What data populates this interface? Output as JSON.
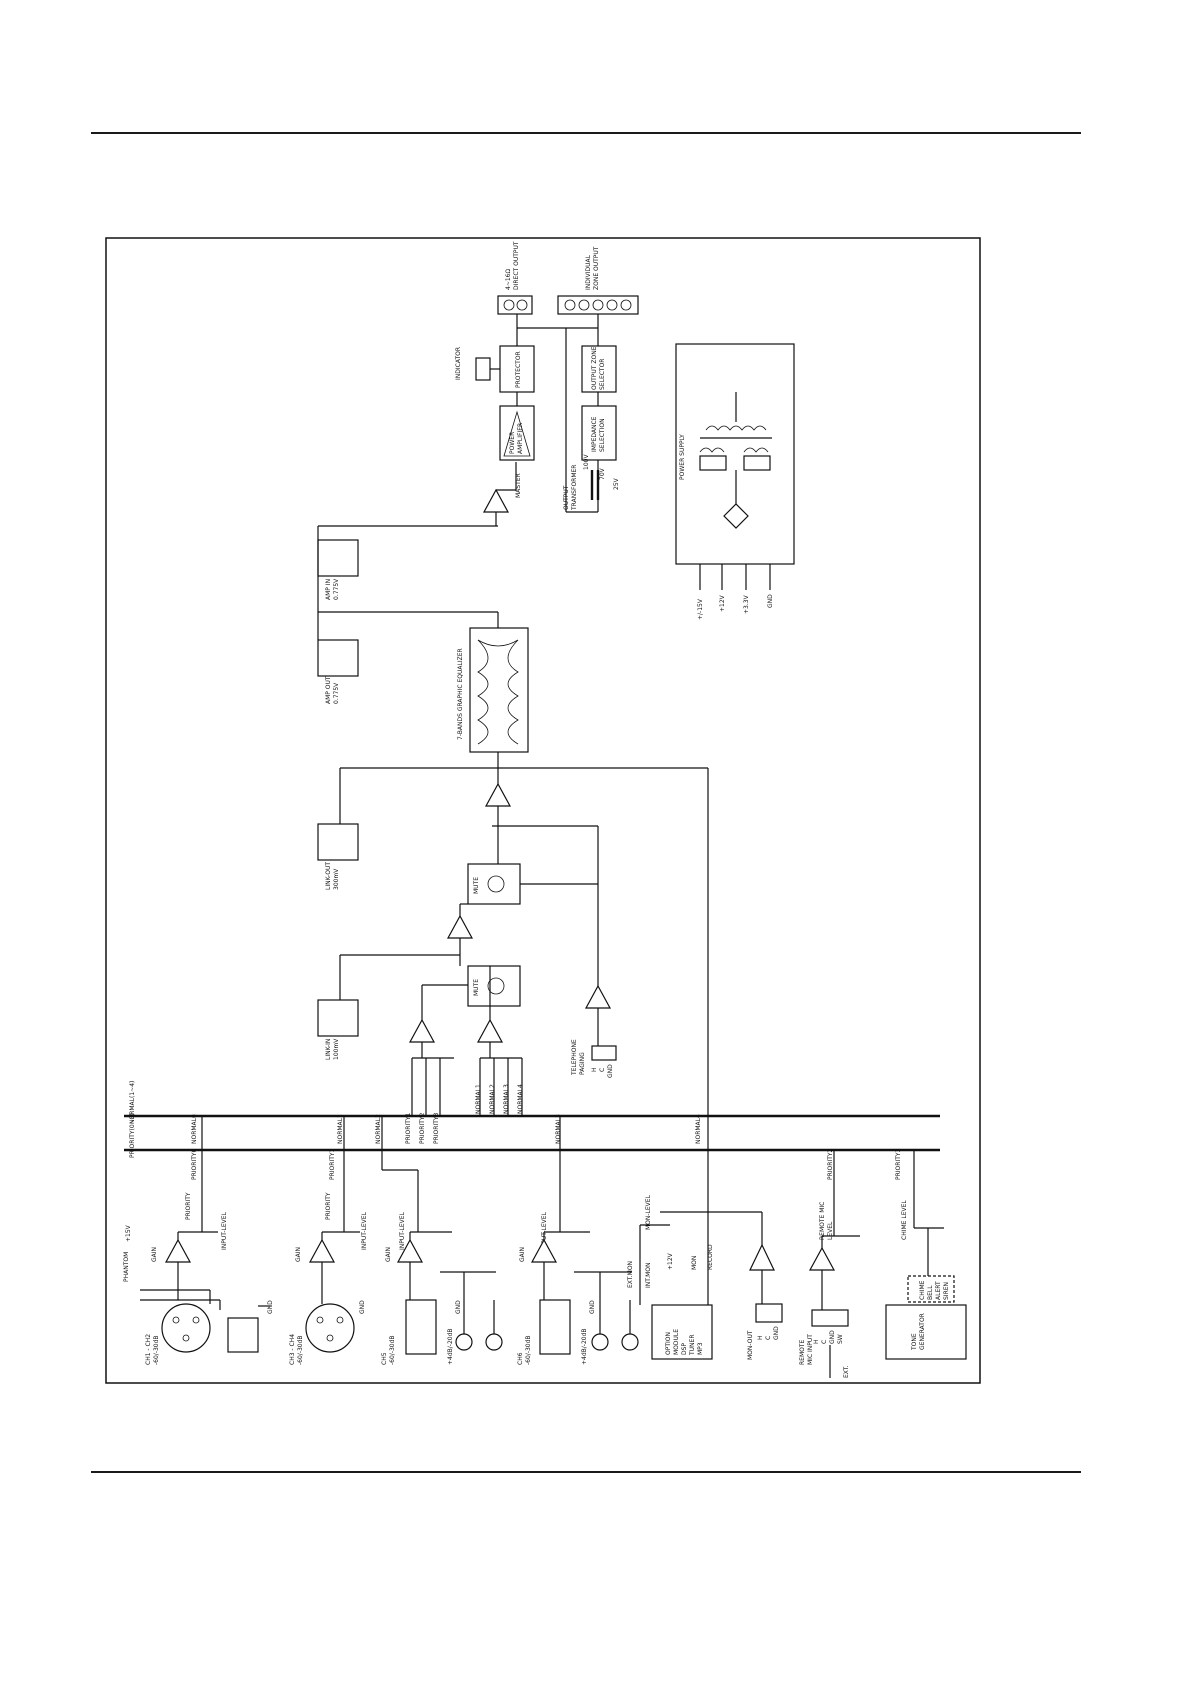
{
  "buses": {
    "normal": "NORMAL(1~4)",
    "priority": "PRIORITY(0~3)"
  },
  "bus_taps": [
    "NORMAL0",
    "NORMAL1",
    "NORMAL2",
    "NORMAL3",
    "NORMAL4",
    "PRIORITY0",
    "PRIORITY1",
    "PRIORITY2",
    "PRIORITY3"
  ],
  "mixer_labels": [
    "PRIORITY1",
    "PRIORITY2",
    "PRIORITY3",
    "NORMAL1",
    "NORMAL2",
    "NORMAL3",
    "NORMAL4"
  ],
  "inputs": {
    "ch1_2": [
      "CH1 - CH2",
      "-60/-30dB"
    ],
    "ch3_4": [
      "CH3 - CH4",
      "-60/-30dB"
    ],
    "ch5": [
      "CH5",
      "-60/-30dB"
    ],
    "ch6": [
      "CH6",
      "-60/-30dB"
    ],
    "aux_level": "+4dB/-20dB",
    "phantom": "PHANTOM",
    "plus15": "+15V",
    "gain": "GAIN",
    "priority": "PRIORITY",
    "input_level": "INPUT-LEVEL",
    "gnd": "GND"
  },
  "option_module": {
    "title": [
      "OPTION",
      "MODULE",
      "DSP",
      "TUNER",
      "MP3"
    ],
    "ext_mon": "EXT.MON",
    "int_mon": "INT.MON",
    "plus12": "+12V",
    "mon": "MON",
    "record": "RECORD",
    "mon_level": "MON-LEVEL",
    "mon_out": "MON-OUT",
    "hcg": [
      "H",
      "C",
      "GND"
    ]
  },
  "remote_mic": {
    "input": [
      "REMOTE",
      "MIC INPUT"
    ],
    "level": [
      "REMOTE MIC",
      "LEVEL"
    ],
    "pins": [
      "H",
      "C",
      "GND",
      "SW"
    ],
    "ext": "EXT."
  },
  "chime": {
    "generator": [
      "TONE",
      "GENERATOR"
    ],
    "level": "CHIME LEVEL",
    "options": [
      "CHIME",
      "BELL",
      "ALERT",
      "SIREN"
    ]
  },
  "telephone": {
    "label": [
      "TELEPHONE",
      "PAGING"
    ],
    "pins": [
      "H",
      "C",
      "GND"
    ]
  },
  "link": {
    "link_in": [
      "LINK-IN",
      "100mV"
    ],
    "link_out": [
      "LINK-OUT",
      "300mV"
    ],
    "mute": "MUTE"
  },
  "equalizer": "7-BANDS GRAPHIC EQUALIZER",
  "amp": {
    "amp_out": [
      "AMP OUT",
      "0.775V"
    ],
    "amp_in": [
      "AMP IN",
      "0.775V"
    ],
    "master": "MASTER",
    "power_amplifier": [
      "POWER",
      "AMPLIFIER"
    ],
    "protector": "PROTECTOR",
    "indicator": "INDICATOR",
    "direct_output": [
      "4~16Ω",
      "DIRECT OUTPUT"
    ],
    "zone_output": [
      "INDIVIDUAL",
      "ZONE OUTPUT"
    ],
    "impedance": [
      "IMPEDANCE",
      "SELECTION"
    ],
    "zone_selector": [
      "OUTPUT ZONE",
      "SELECTOR"
    ],
    "transformer": [
      "OUTPUT",
      "TRANSFORMER"
    ],
    "taps": [
      "100V",
      "70V",
      "25V"
    ]
  },
  "power_supply": {
    "title": "POWER SUPPLY",
    "rails": [
      "+/-15V",
      "+12V",
      "+3.3V",
      "GND"
    ]
  }
}
